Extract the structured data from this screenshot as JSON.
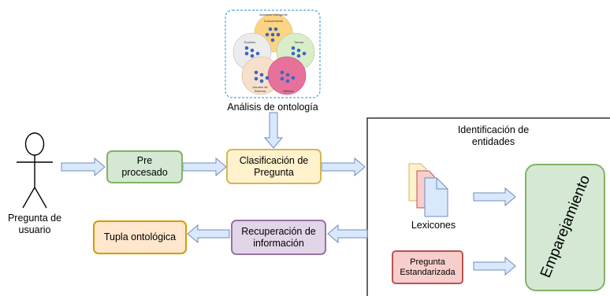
{
  "colors": {
    "arrow_fill": "#dae8fc",
    "arrow_stroke": "#6c8ebf",
    "green_fill": "#d5e8d4",
    "yellow_fill": "#fff2cc",
    "orange_fill": "#ffe6cc",
    "purple_fill": "#e1d5e7",
    "red_fill": "#f8cecc",
    "dashed_frame": "#4aa3df"
  },
  "icons": {
    "actor": "stick-figure-icon",
    "documents": "stacked-documents-icon",
    "ontology": "ontology-venn-icon"
  },
  "nodes": {
    "user_question": "Pregunta de usuario",
    "preprocessing": "Pre procesado",
    "classification": "Clasificación de Pregunta",
    "ontology_analysis": "Análisis de ontología",
    "entity_identification": "Identificación de entidades",
    "lexicons": "Lexicones",
    "standardized_question": "Pregunta Estandarizada",
    "matching": "Emparejamiento",
    "retrieval": "Recuperación de información",
    "ontological_tuple": "Tupla ontológica"
  },
  "ontology_image": {
    "title": "Asistente inteligente",
    "labels": [
      "Conocimiento",
      "Dominio",
      "Tareas",
      "Usuario de Sistema",
      "Método"
    ]
  }
}
